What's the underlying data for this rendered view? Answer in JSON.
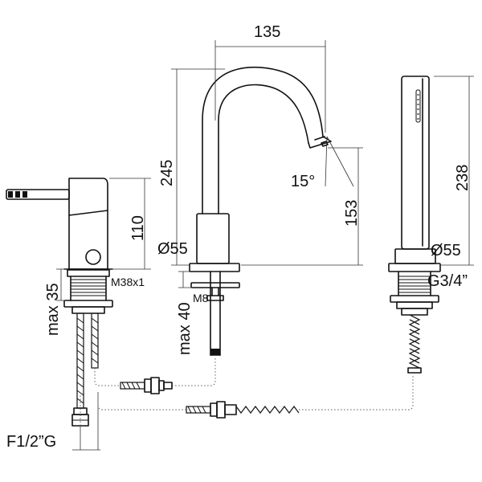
{
  "dimensions": {
    "spout_reach": "135",
    "spout_height": "245",
    "spout_angle": "15°",
    "spout_outlet_height": "153",
    "handshower_height": "238",
    "mixer_height": "110",
    "mixer_max_deck": "max 35",
    "spout_max_deck": "max 40",
    "spout_diameter": "Ø55",
    "handshower_diameter": "Ø55",
    "mixer_thread": "M38x1",
    "spout_thread": "M8",
    "handshower_thread": "G3/4”",
    "inlet_connection": "F1/2”G"
  }
}
